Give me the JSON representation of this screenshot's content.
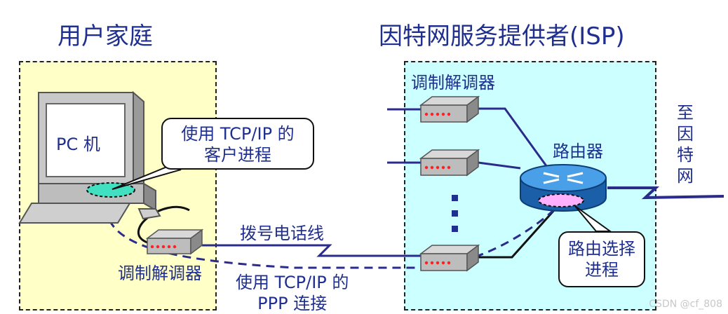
{
  "home": {
    "title": "用户家庭",
    "pc_label": "PC 机",
    "client_callout": [
      "使用 TCP/IP 的",
      "客户进程"
    ],
    "modem_label": "调制解调器"
  },
  "isp": {
    "title": "因特网服务提供者(ISP)",
    "modems_label": "调制解调器",
    "router_label": "路由器",
    "routing_callout": [
      "路由选择",
      "进程"
    ],
    "to_internet": "至因特网"
  },
  "links": {
    "phone_line": "拨号电话线",
    "ppp_label": [
      "使用 TCP/IP 的",
      "PPP 连接"
    ]
  },
  "watermark": "CSDN @cf_808",
  "colors": {
    "text": "#1f2f8f",
    "home_bg": "#ffffc8",
    "isp_bg": "#ccffff",
    "line": "#2b2b8c",
    "router": "#2d7fd0",
    "led": "#ff2020"
  }
}
